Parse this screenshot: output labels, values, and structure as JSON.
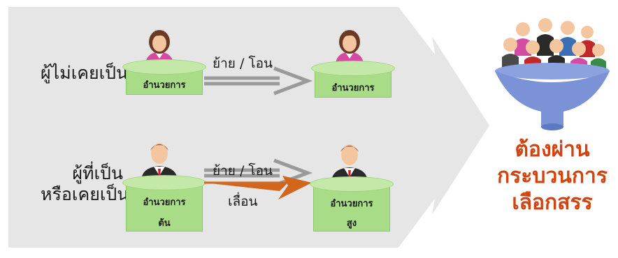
{
  "rows": [
    {
      "label_lines": [
        "ผู้ไม่เคยเป็น"
      ],
      "from_desk": [
        "อำนวยการ"
      ],
      "to_desk": [
        "อำนวยการ"
      ],
      "arrow_label": "ย้าย / โอน",
      "person": "woman-icon"
    },
    {
      "label_lines": [
        "ผู้ที่เป็น",
        "หรือเคยเป็น"
      ],
      "from_desk": [
        "อำนวยการ",
        "ต้น"
      ],
      "to_desk": [
        "อำนวยการ",
        "สูง"
      ],
      "arrow_label": "ย้าย / โอน",
      "arrow_label_2": "เลื่อน",
      "person": "man-icon"
    }
  ],
  "result_lines": [
    "ต้องผ่าน",
    "กระบวนการ",
    "เลือกสรร"
  ],
  "colors": {
    "background_arrow": "#e6e6e6",
    "desk_fill": "#a9dc86",
    "woman_shirt": "#d44ba3",
    "man_suit": "#2a2a2a",
    "promotion_arrow": "#d2661d",
    "transfer_arrow": "#9a9a9a",
    "funnel": "#7b93d6",
    "result_text": "#d2430f"
  }
}
